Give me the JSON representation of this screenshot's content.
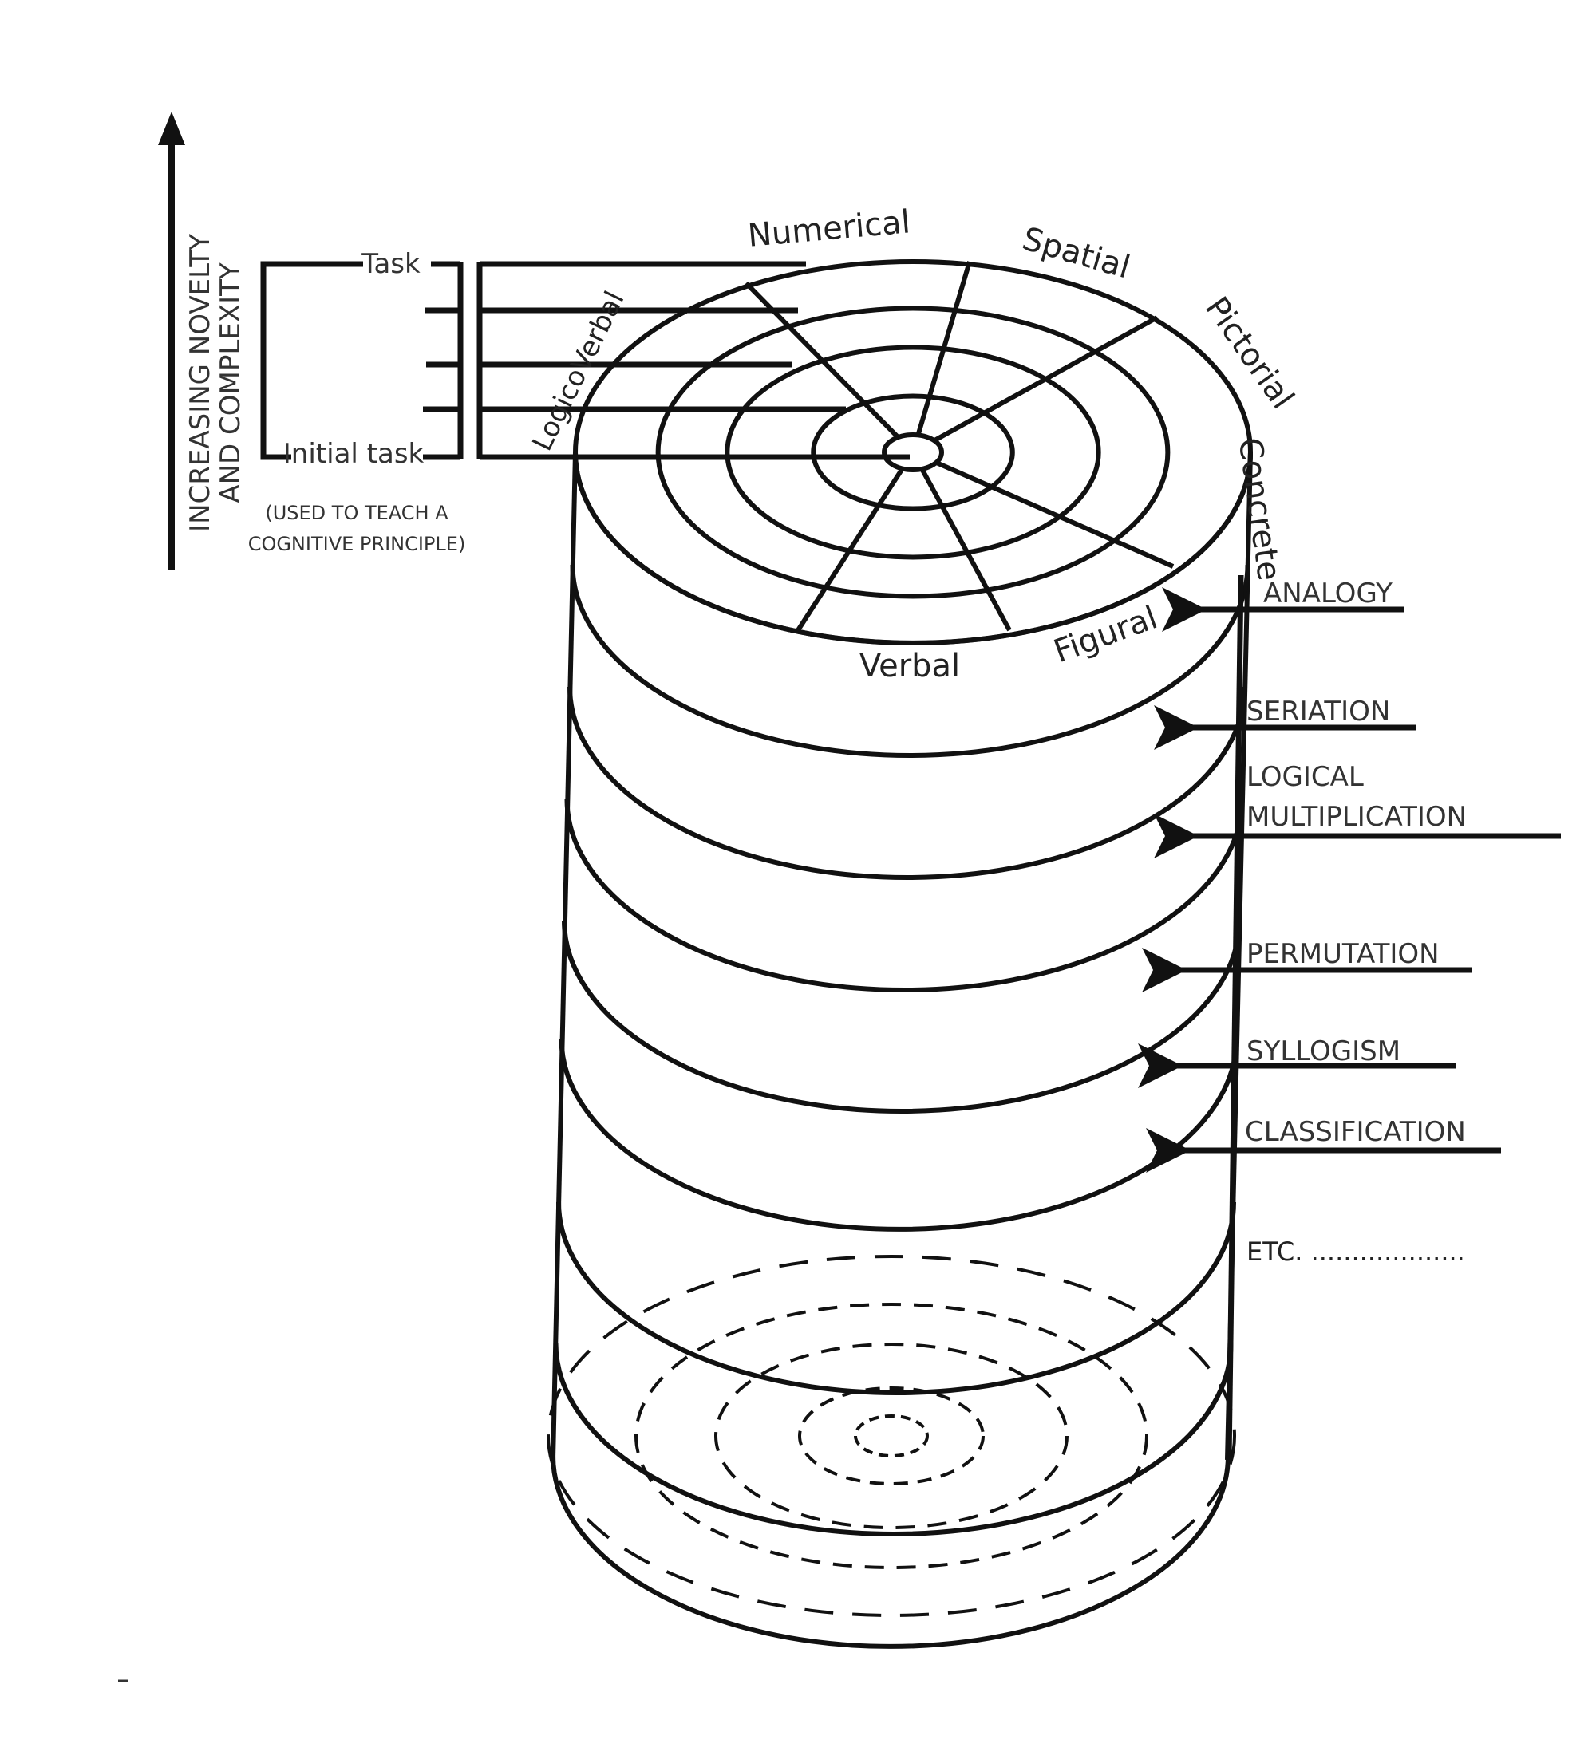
{
  "axis": {
    "line1": "INCREASING NOVELTY",
    "line2": "AND COMPLEXITY"
  },
  "bracket": {
    "top_label": "Task",
    "bottom_label": "Initial task",
    "note_line1": "(USED TO TEACH A",
    "note_line2": "COGNITIVE PRINCIPLE)"
  },
  "modalities": {
    "numerical": "Numerical",
    "spatial": "Spatial",
    "pictorial": "Pictorial",
    "concrete": "Concrete",
    "figural": "Figural",
    "verbal": "Verbal",
    "logico_verbal": "LogicoVerbal"
  },
  "principles": [
    "ANALOGY",
    "SERIATION",
    "LOGICAL",
    "MULTIPLICATION",
    "PERMUTATION",
    "SYLLOGISM",
    "CLASSIFICATION"
  ],
  "etc": "ETC. ..................."
}
